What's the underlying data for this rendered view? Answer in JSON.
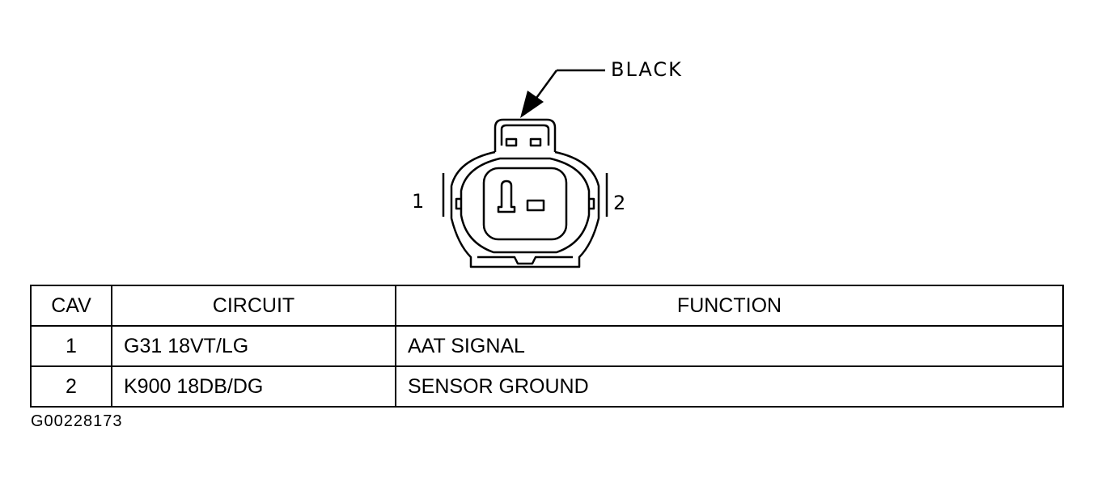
{
  "connector": {
    "color_label": "BLACK",
    "pin_labels": [
      "1",
      "2"
    ]
  },
  "table": {
    "headers": {
      "cav": "CAV",
      "circuit": "CIRCUIT",
      "function": "FUNCTION"
    },
    "rows": [
      {
        "cav": "1",
        "circuit": "G31 18VT/LG",
        "function": "AAT SIGNAL"
      },
      {
        "cav": "2",
        "circuit": "K900 18DB/DG",
        "function": "SENSOR GROUND"
      }
    ]
  },
  "figure_id": "G00228173"
}
